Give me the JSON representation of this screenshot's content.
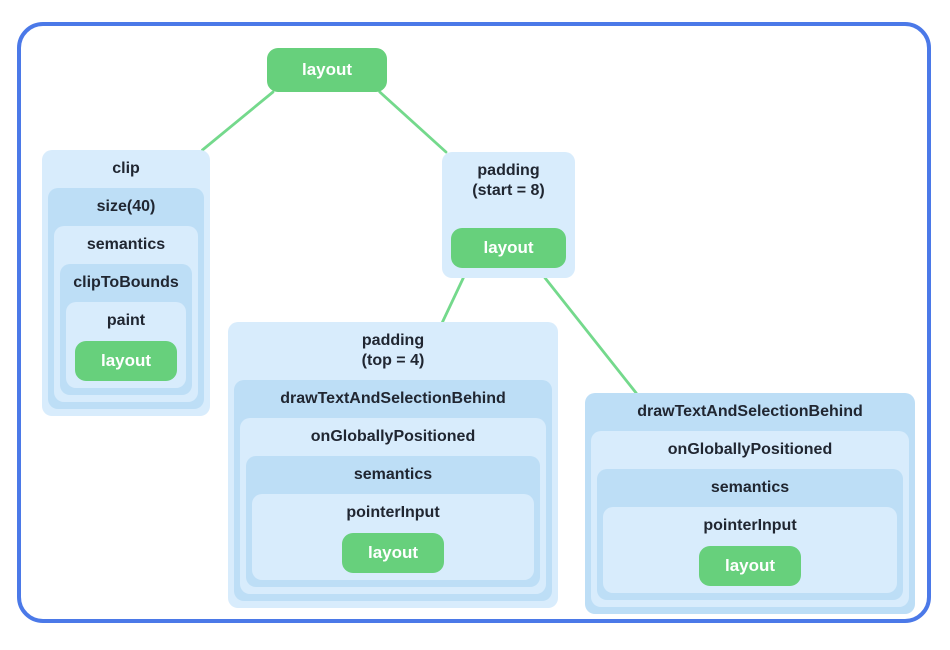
{
  "diagram": {
    "description": "Modifier chain tree diagram with nested layout nodes",
    "root": {
      "id": "root-layout",
      "label": "layout",
      "kind": "green"
    },
    "chains": [
      {
        "id": "clip-chain",
        "start_shade": "light",
        "nodes": [
          "clip",
          "size(40)",
          "semantics",
          "clipToBounds",
          "paint"
        ],
        "leaf": "layout"
      },
      {
        "id": "padding-start-chain",
        "start_shade": "light",
        "nodes": [
          [
            "padding",
            "(start = 8)"
          ]
        ],
        "leaf": "layout"
      },
      {
        "id": "padding-top-chain",
        "start_shade": "light",
        "nodes": [
          [
            "padding",
            "(top = 4)"
          ],
          "drawTextAndSelectionBehind",
          "onGloballyPositioned",
          "semantics",
          "pointerInput"
        ],
        "leaf": "layout"
      },
      {
        "id": "draw-text-chain",
        "start_shade": "dark",
        "nodes": [
          "drawTextAndSelectionBehind",
          "onGloballyPositioned",
          "semantics",
          "pointerInput"
        ],
        "leaf": "layout"
      }
    ],
    "edges": [
      {
        "from": "root-layout",
        "fromAnchor": [
          0.05,
          1
        ],
        "to": "clip-chain",
        "toAnchor": [
          0.955,
          0
        ]
      },
      {
        "from": "root-layout",
        "fromAnchor": [
          0.94,
          1
        ],
        "to": "padding-start-chain",
        "toAnchor": [
          0.03,
          0
        ]
      },
      {
        "from": "padding-start-chain",
        "fromAnchor": [
          0.16,
          1
        ],
        "to": "padding-top-chain",
        "toAnchor": [
          0.65,
          0
        ]
      },
      {
        "from": "padding-start-chain",
        "fromAnchor": [
          0.775,
          1
        ],
        "to": "draw-text-chain",
        "toAnchor": [
          0.155,
          0
        ]
      }
    ],
    "colors": {
      "frame_border": "#4b79e8",
      "node_green": "#67d07c",
      "node_blue_light": "#d8ecfc",
      "node_blue_dark": "#bddef6",
      "edge_green": "#74d98c",
      "text_dark": "#202631",
      "text_on_green": "#ffffff",
      "background": "#ffffff"
    }
  }
}
